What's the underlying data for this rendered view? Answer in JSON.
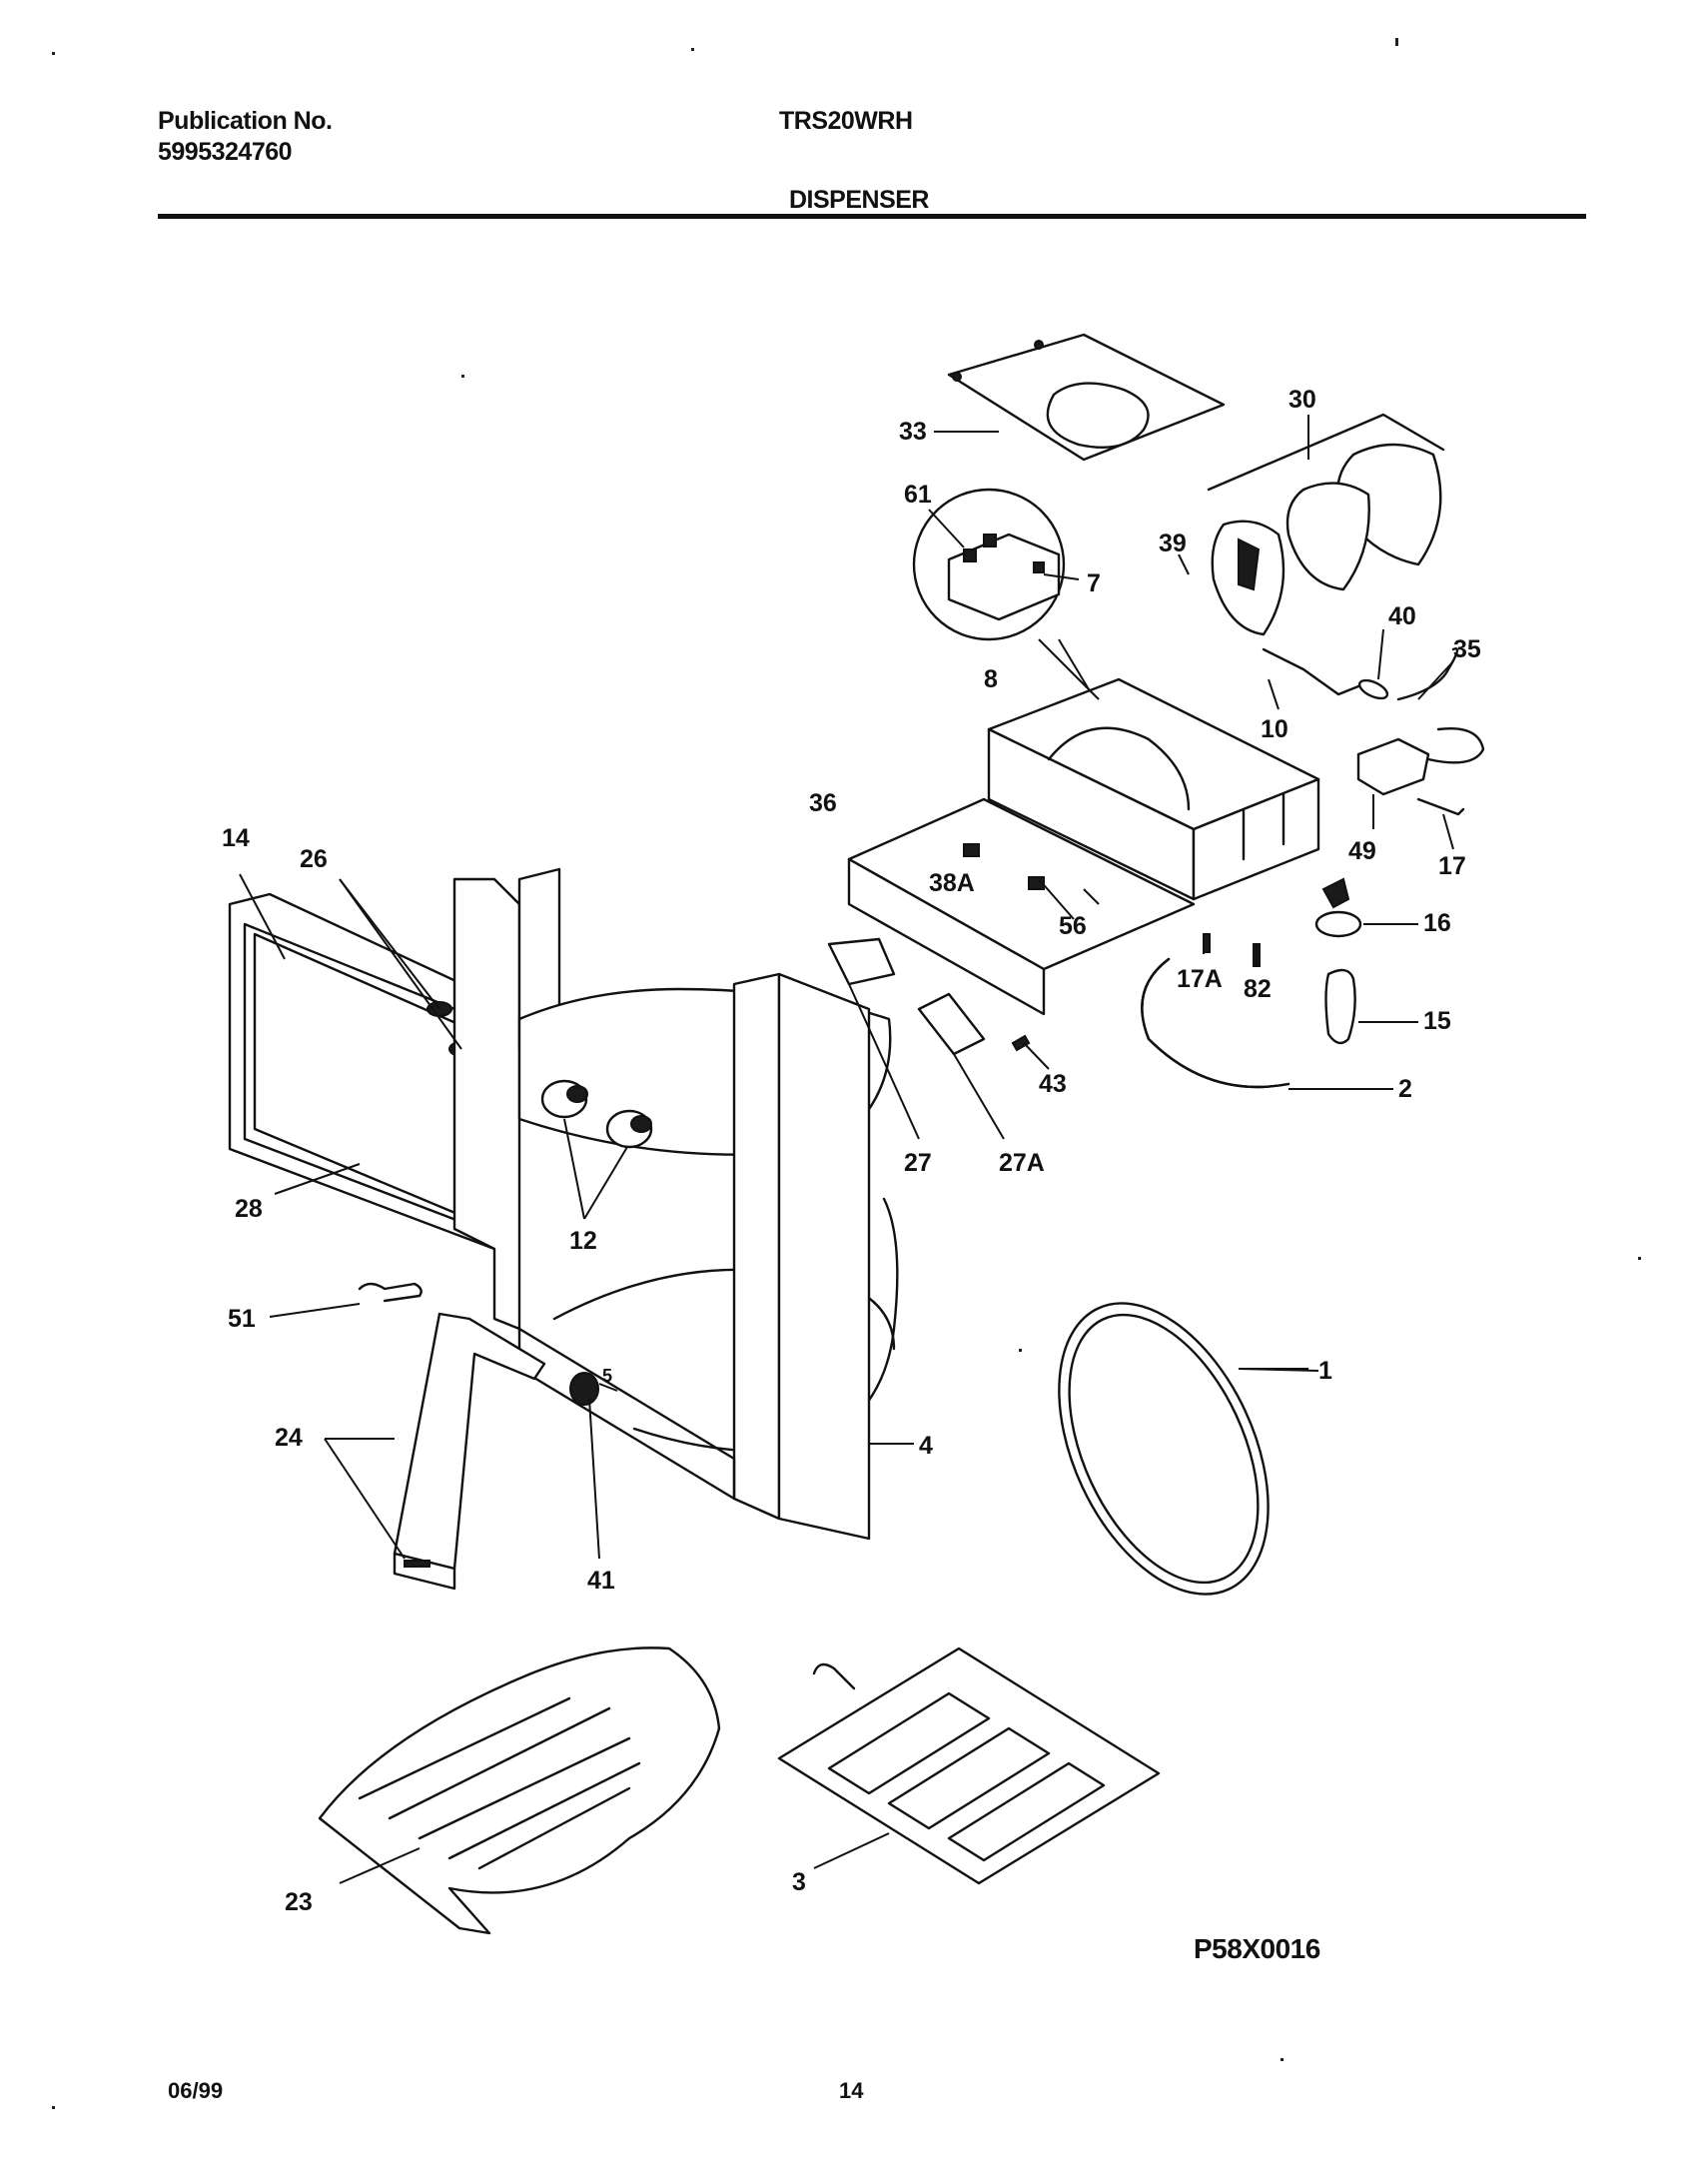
{
  "header": {
    "publication_label": "Publication No.",
    "publication_number": "5995324760",
    "model": "TRS20WRH",
    "section_title": "DISPENSER"
  },
  "diagram_code": "P58X0016",
  "footer": {
    "date": "06/99",
    "page_number": "14"
  },
  "callouts": [
    "33",
    "30",
    "61",
    "39",
    "7",
    "8",
    "40",
    "35",
    "10",
    "36",
    "49",
    "17",
    "14",
    "26",
    "38A",
    "56",
    "16",
    "17A",
    "82",
    "15",
    "43",
    "2",
    "27",
    "27A",
    "28",
    "12",
    "51",
    "1",
    "24",
    "4",
    "41",
    "23",
    "3",
    "5"
  ]
}
